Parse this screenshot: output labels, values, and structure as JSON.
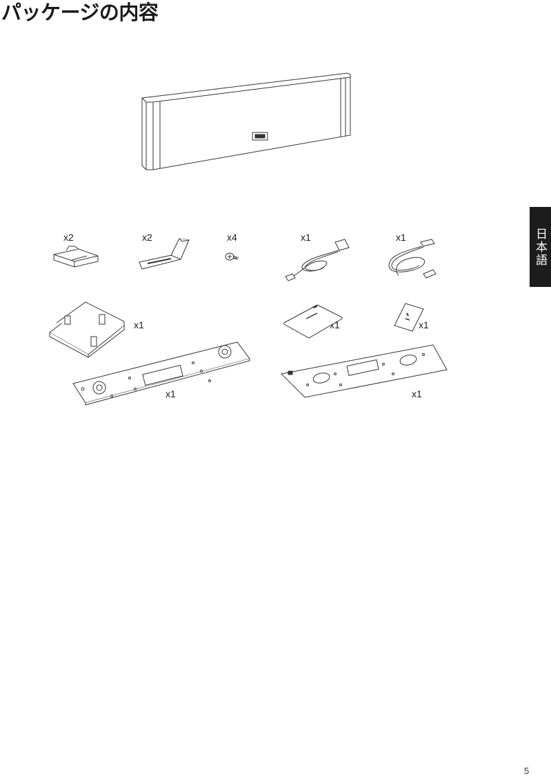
{
  "page": {
    "title": "パッケージの内容",
    "language_tab": "日本語",
    "page_number": "5"
  },
  "items": [
    {
      "id": "soundbar",
      "qty": ""
    },
    {
      "id": "stand",
      "qty": "x2"
    },
    {
      "id": "wall-bracket",
      "qty": "x2"
    },
    {
      "id": "screw",
      "qty": "x4"
    },
    {
      "id": "power-cable",
      "qty": "x1"
    },
    {
      "id": "optical-cable",
      "qty": "x1"
    },
    {
      "id": "cable-cover",
      "qty": "x1"
    },
    {
      "id": "manual",
      "qty": "x1"
    },
    {
      "id": "leaflet",
      "qty": "x1"
    },
    {
      "id": "mounting-plate",
      "qty": "x1"
    },
    {
      "id": "wall-template",
      "qty": "x1"
    }
  ],
  "colors": {
    "text": "#1a1a1a",
    "tab": "#1c1c1c",
    "line": "#333333"
  }
}
